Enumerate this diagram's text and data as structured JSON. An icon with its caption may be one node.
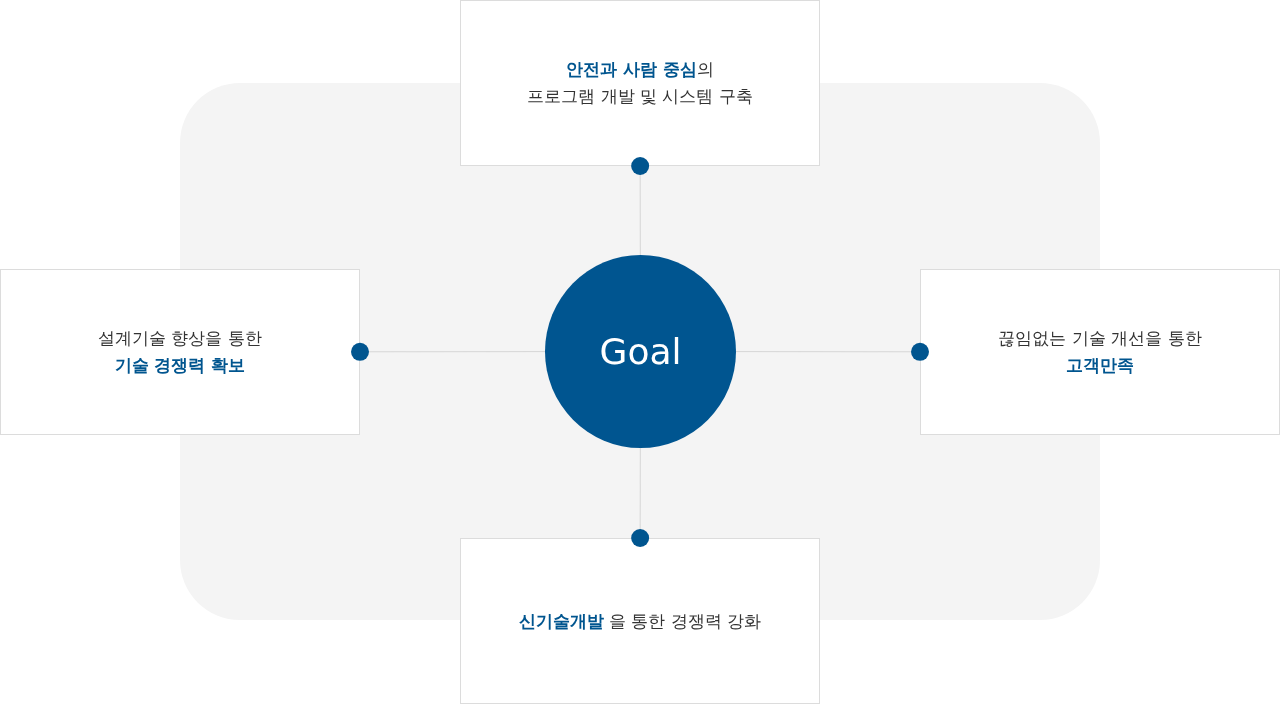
{
  "diagram": {
    "nodes": [
      {
        "text": [
          "**안전과 사람 중심**의",
          "프로그램 개발 및 시스템 구축"
        ]
      },
      {
        "text": [
          "설계기술 향상을 통한",
          "**기술 경쟁력 확보**"
        ]
      },
      {
        "text": [
          "Goal"
        ]
      },
      {
        "text": [
          "끊임없는 기술 개선을 통한",
          "**고객만족**"
        ]
      },
      {
        "text": [
          "**신기술개발** 을 통한 경쟁력 강화"
        ]
      }
    ],
    "edges": [
      {
        "from": 2,
        "to": 0,
        "arrow": "other"
      },
      {
        "from": 2,
        "to": 1,
        "arrow": "other"
      },
      {
        "from": 2,
        "to": 3,
        "arrow": "other"
      },
      {
        "from": 2,
        "to": 4,
        "arrow": "other"
      }
    ]
  }
}
